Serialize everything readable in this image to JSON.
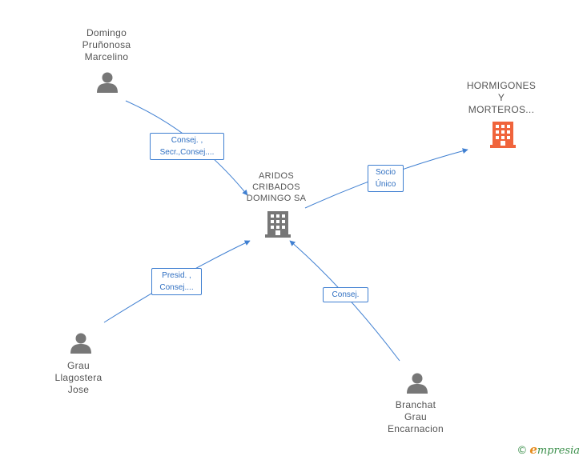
{
  "nodes": {
    "domingo": {
      "line1": "Domingo",
      "line2": "Pruñonosa",
      "line3": "Marcelino",
      "icon": "person-icon"
    },
    "hormigones": {
      "line1": "HORMIGONES",
      "line2": "Y",
      "line3": "MORTEROS...",
      "icon": "building-icon",
      "color": "#f0643c"
    },
    "aridos": {
      "line1": "ARIDOS",
      "line2": "CRIBADOS",
      "line3": "DOMINGO SA",
      "icon": "building-icon",
      "color": "#777777"
    },
    "grau": {
      "line1": "Grau",
      "line2": "Llagostera",
      "line3": "Jose",
      "icon": "person-icon"
    },
    "branchat": {
      "line1": "Branchat",
      "line2": "Grau",
      "line3": "Encarnacion",
      "icon": "person-icon"
    }
  },
  "edges": {
    "domingo_aridos": {
      "line1": "Consej. ,",
      "line2": "Secr.,Consej...."
    },
    "aridos_hormigones": {
      "line1": "Socio",
      "line2": "Único"
    },
    "grau_aridos": {
      "line1": "Presid. ,",
      "line2": "Consej...."
    },
    "branchat_aridos": {
      "line1": "Consej."
    }
  },
  "footer": {
    "copyright": "©",
    "brand_initial": "e",
    "brand_rest": "mpresia"
  },
  "colors": {
    "link": "#3f7fd1",
    "person": "#777777",
    "company_main": "#777777",
    "company_other": "#f0643c"
  }
}
